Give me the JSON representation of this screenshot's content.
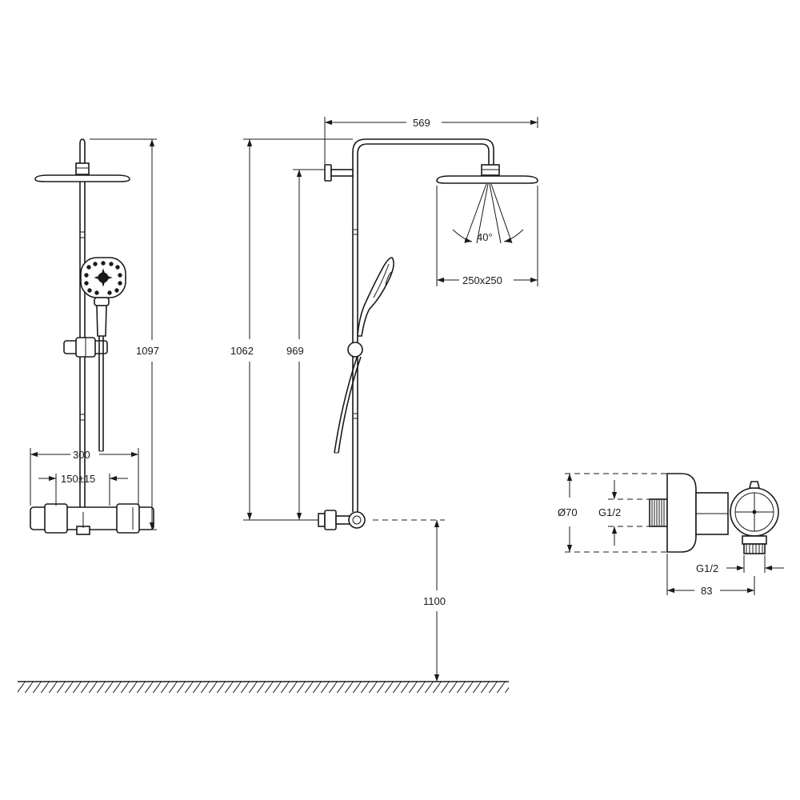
{
  "dimensions": {
    "height_total": "1097",
    "width_300": "300",
    "inlet_spacing": "150±15",
    "height_1062": "1062",
    "height_969": "969",
    "arm_length": "569",
    "spray_angle": "40°",
    "head_size": "250x250",
    "mount_height": "1100",
    "valve_diameter": "Ø70",
    "thread_top": "G1/2",
    "thread_bottom": "G1/2",
    "valve_depth": "83"
  }
}
